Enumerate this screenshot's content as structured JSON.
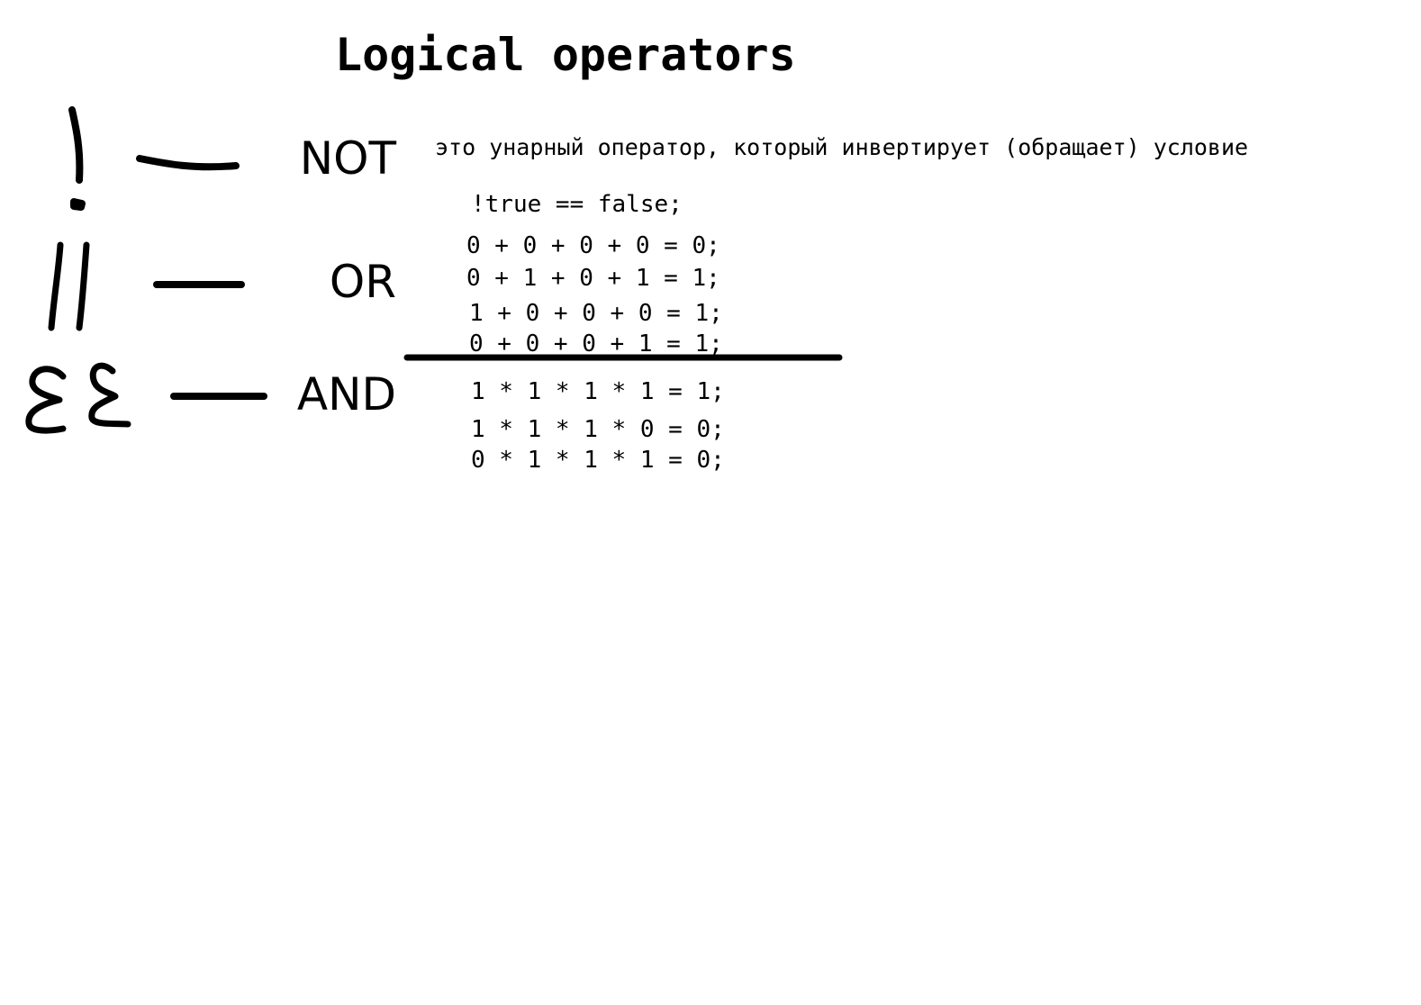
{
  "title": "Logical operators",
  "operators": [
    {
      "symbol": "!",
      "symbol_icon": "handwritten-exclamation-icon",
      "label": "NOT"
    },
    {
      "symbol": "||",
      "symbol_icon": "handwritten-double-pipe-icon",
      "label": "OR"
    },
    {
      "symbol": "&&",
      "symbol_icon": "handwritten-double-ampersand-icon",
      "label": "AND"
    }
  ],
  "not_description": "это унарный оператор, который инвертирует (обращает) условие",
  "not_example": "!true == false;",
  "or_examples": [
    "0 + 0 + 0 + 0 = 0;",
    "0 + 1 + 0 + 1 = 1;",
    "1 + 0 + 0 + 0 = 1;",
    "0 + 0 + 0 + 1 = 1;"
  ],
  "and_examples": [
    "1 * 1 * 1 * 1 = 1;",
    "1 * 1 * 1 * 0 = 0;",
    "0 * 1 * 1 * 1 = 0;"
  ],
  "colors": {
    "background": "#ffffff",
    "ink": "#000000"
  }
}
